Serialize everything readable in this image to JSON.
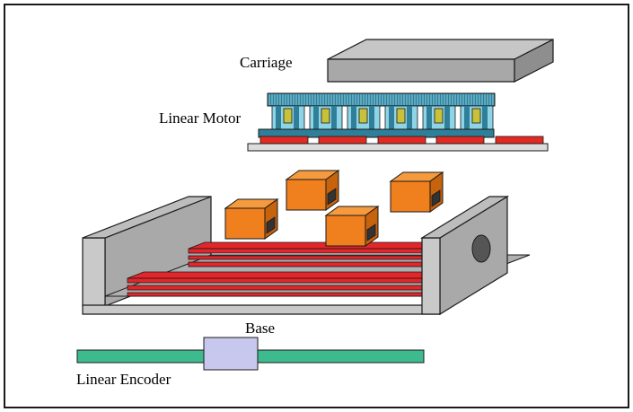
{
  "labels": {
    "carriage": "Carriage",
    "linear_motor": "Linear Motor",
    "base": "Base",
    "linear_encoder": "Linear Encoder"
  },
  "colors": {
    "frame": "#1a1a1a",
    "carriage_top": "#c6c6c6",
    "carriage_front": "#a8a8a8",
    "carriage_side": "#8e8e8e",
    "coil_dark": "#2f7f99",
    "coil_light": "#8fd3e6",
    "coil_core": "#c8c23a",
    "magnet_red": "#e32a22",
    "magnet_plate": "#dcdcdc",
    "bearing_orange": "#f07f1e",
    "bearing_orange_dark": "#c7620d",
    "base_gray": "#c9c9c9",
    "base_dark": "#8a8a8a",
    "rail_red": "#e2262a",
    "encoder_green": "#3dbb8e",
    "encoder_head": "#c8c8ee",
    "sensor_dark": "#444444"
  }
}
